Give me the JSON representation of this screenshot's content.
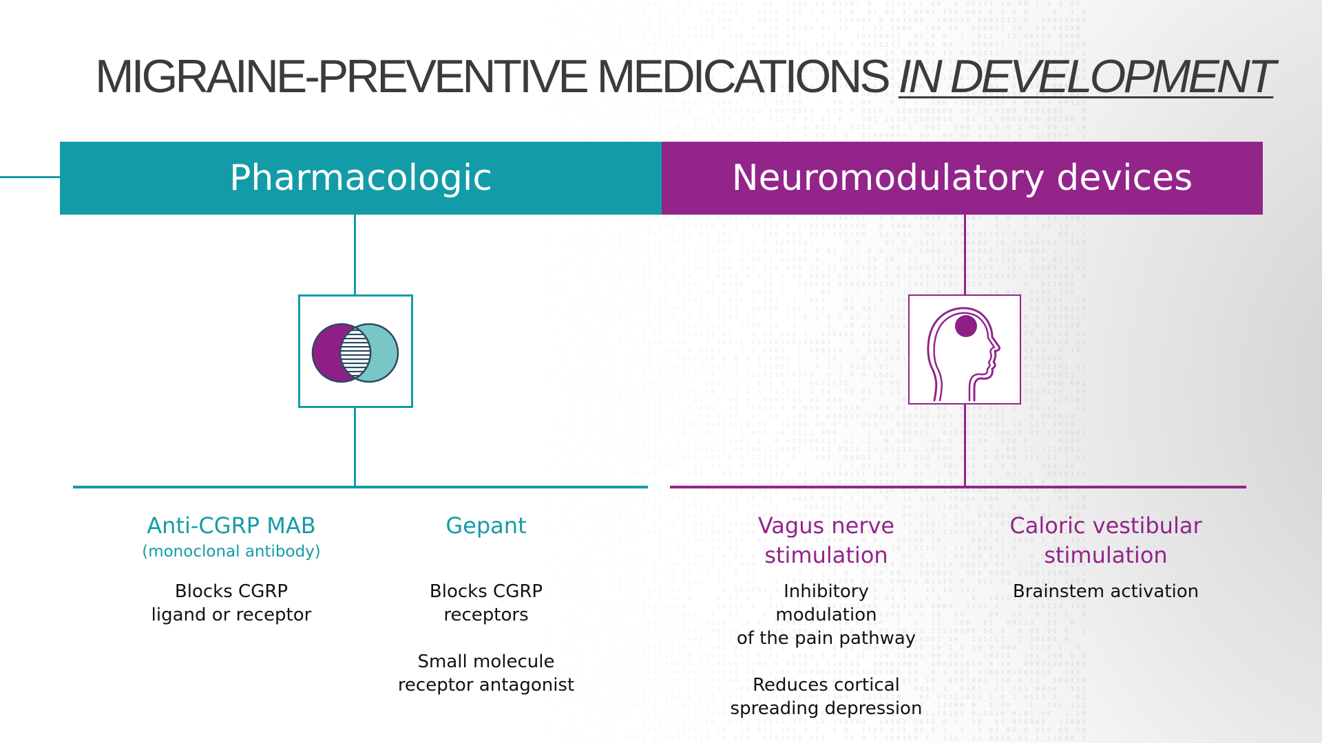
{
  "title": {
    "main": "MIGRAINE-PREVENTIVE MEDICATIONS",
    "emphasis": "IN DEVELOPMENT"
  },
  "categories": {
    "left": {
      "label": "Pharmacologic",
      "color": "#139ca7"
    },
    "right": {
      "label": "Neuromodulatory devices",
      "color": "#92248a"
    }
  },
  "icons": {
    "left": "venn-diagram-icon",
    "right": "head-profile-icon"
  },
  "items": [
    {
      "name": "Anti-CGRP MAB",
      "sub": "(monoclonal antibody)",
      "desc": [
        "Blocks CGRP",
        "ligand or receptor"
      ]
    },
    {
      "name": "Gepant",
      "desc": [
        "Blocks CGRP",
        "receptors"
      ],
      "desc2": [
        "Small molecule",
        "receptor antagonist"
      ]
    },
    {
      "name": [
        "Vagus nerve",
        "stimulation"
      ],
      "desc": [
        "Inhibitory",
        "modulation",
        "of the pain pathway"
      ],
      "desc2": [
        "Reduces cortical",
        "spreading depression"
      ]
    },
    {
      "name": [
        "Caloric vestibular",
        "stimulation"
      ],
      "desc": [
        "Brainstem activation"
      ]
    }
  ]
}
